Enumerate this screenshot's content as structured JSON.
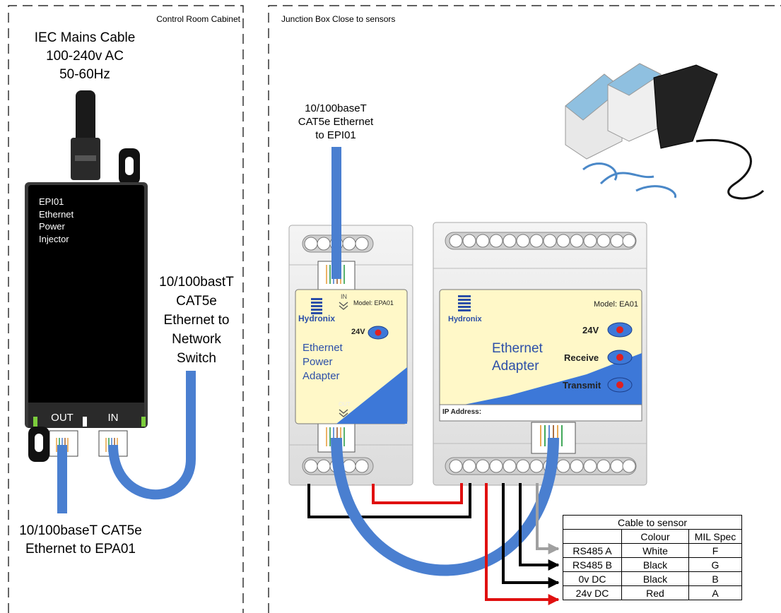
{
  "regions": {
    "control_room": "Control Room Cabinet",
    "junction_box": "Junction Box Close to sensors"
  },
  "mains": {
    "lines": [
      "IEC Mains Cable",
      "100-240v AC",
      "50-60Hz"
    ]
  },
  "injector": {
    "lines": [
      "EPI01",
      "Ethernet",
      "Power",
      "Injector"
    ],
    "port_out": "OUT",
    "port_in": "IN"
  },
  "network_cable": {
    "lines": [
      "10/100bastT",
      "CAT5e",
      "Ethernet to",
      "Network",
      "Switch"
    ]
  },
  "epa_cable": {
    "lines": [
      "10/100baseT CAT5e",
      "Ethernet to EPA01"
    ]
  },
  "epi_cable": {
    "lines": [
      "10/100baseT",
      "CAT5e Ethernet",
      "to EPI01"
    ]
  },
  "epa01": {
    "brand": "Hydronix",
    "model": "Model: EPA01",
    "in_label": "IN",
    "out_label": "OUT",
    "led_24v": "24V",
    "name_lines": [
      "Ethernet",
      "Power",
      "Adapter"
    ]
  },
  "ea01": {
    "brand": "Hydronix",
    "model": "Model: EA01",
    "led_24v": "24V",
    "led_receive": "Receive",
    "led_transmit": "Transmit",
    "name_lines": [
      "Ethernet",
      "Adapter"
    ],
    "ip_label": "IP Address:"
  },
  "sensor_table": {
    "title": "Cable to sensor",
    "headers": [
      "",
      "Colour",
      "MIL Spec"
    ],
    "rows": [
      {
        "signal": "RS485 A",
        "colour": "White",
        "mil": "F"
      },
      {
        "signal": "RS485 B",
        "colour": "Black",
        "mil": "G"
      },
      {
        "signal": "0v DC",
        "colour": "Black",
        "mil": "B"
      },
      {
        "signal": "24v DC",
        "colour": "Red",
        "mil": "A"
      }
    ]
  },
  "colors": {
    "cable_blue": "#4a7fd0",
    "wire_red": "#e01010",
    "wire_black": "#000000",
    "wire_grey": "#a0a0a0",
    "panel_yellow": "#fff8c8",
    "panel_blue": "#3d78d8",
    "led_red": "#e02020"
  }
}
